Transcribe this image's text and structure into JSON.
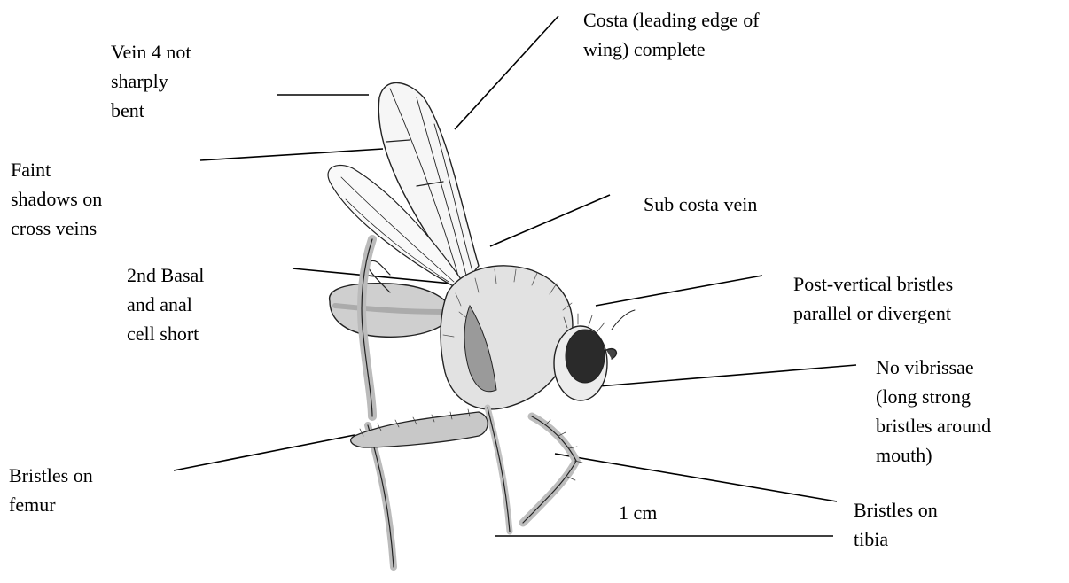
{
  "labels": {
    "vein4": [
      "Vein 4 not",
      "sharply",
      "bent"
    ],
    "costa": [
      "Costa (leading edge of",
      "wing) complete"
    ],
    "faint": [
      "Faint",
      "shadows on",
      "cross veins"
    ],
    "subcosta": [
      "Sub costa vein"
    ],
    "basal": [
      "2nd Basal",
      "and anal",
      "cell short"
    ],
    "postvertical": [
      "Post-vertical bristles",
      "parallel or divergent"
    ],
    "vibrissae": [
      "No vibrissae",
      "(long strong",
      "bristles around",
      "mouth)"
    ],
    "femur": [
      "Bristles on",
      "femur"
    ],
    "tibia": [
      "Bristles on",
      "tibia"
    ]
  },
  "scale_bar": {
    "label": "1 cm"
  },
  "colors": {
    "ink": "#000000",
    "background": "#ffffff"
  }
}
